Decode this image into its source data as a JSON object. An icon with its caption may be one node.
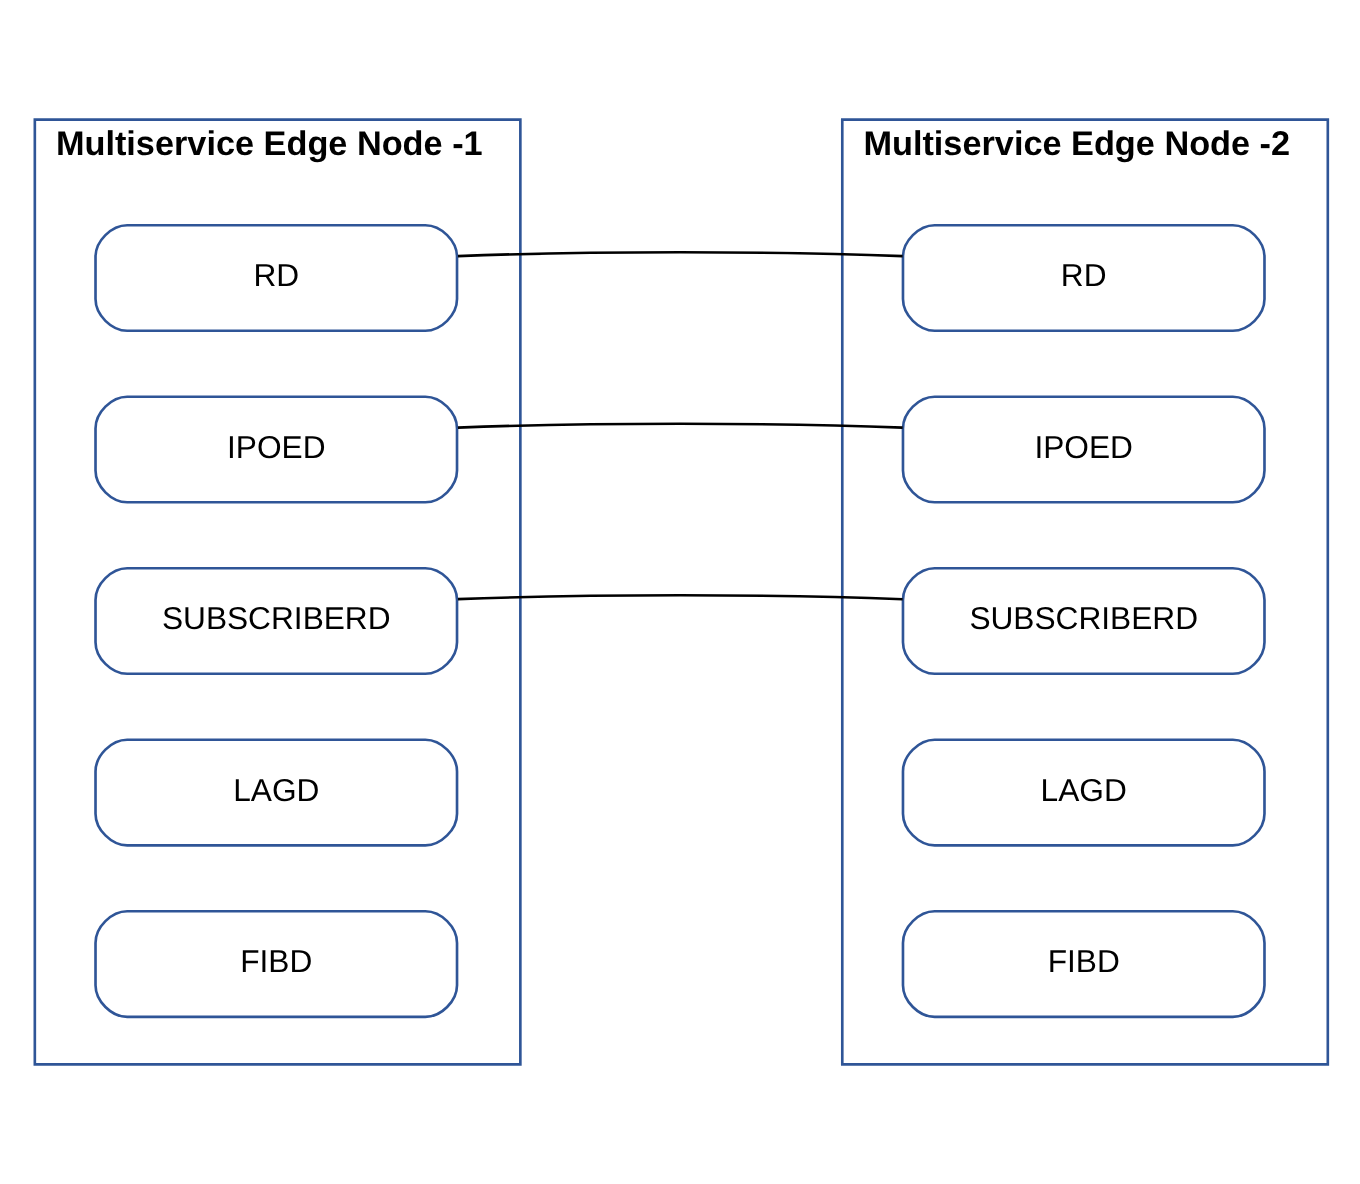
{
  "diagram": {
    "nodes": [
      {
        "text": [
          "Multiservice Edge Node -1"
        ]
      },
      {
        "text": [
          "RD"
        ],
        "in": 0
      },
      {
        "text": [
          "IPOED"
        ],
        "in": 0
      },
      {
        "text": [
          "SUBSCRIBERD"
        ],
        "in": 0
      },
      {
        "text": [
          "LAGD"
        ],
        "in": 0
      },
      {
        "text": [
          "FIBD"
        ],
        "in": 0
      },
      {
        "text": [
          "Multiservice Edge Node -2"
        ]
      },
      {
        "text": [
          "RD"
        ],
        "in": 6
      },
      {
        "text": [
          "IPOED"
        ],
        "in": 6
      },
      {
        "text": [
          "SUBSCRIBERD"
        ],
        "in": 6
      },
      {
        "text": [
          "LAGD"
        ],
        "in": 6
      },
      {
        "text": [
          "FIBD"
        ],
        "in": 6
      }
    ],
    "edges": [
      {
        "from": 1,
        "to": 7,
        "arrow": "none"
      },
      {
        "from": 2,
        "to": 8,
        "arrow": "none"
      },
      {
        "from": 3,
        "to": 9,
        "arrow": "none"
      }
    ]
  }
}
